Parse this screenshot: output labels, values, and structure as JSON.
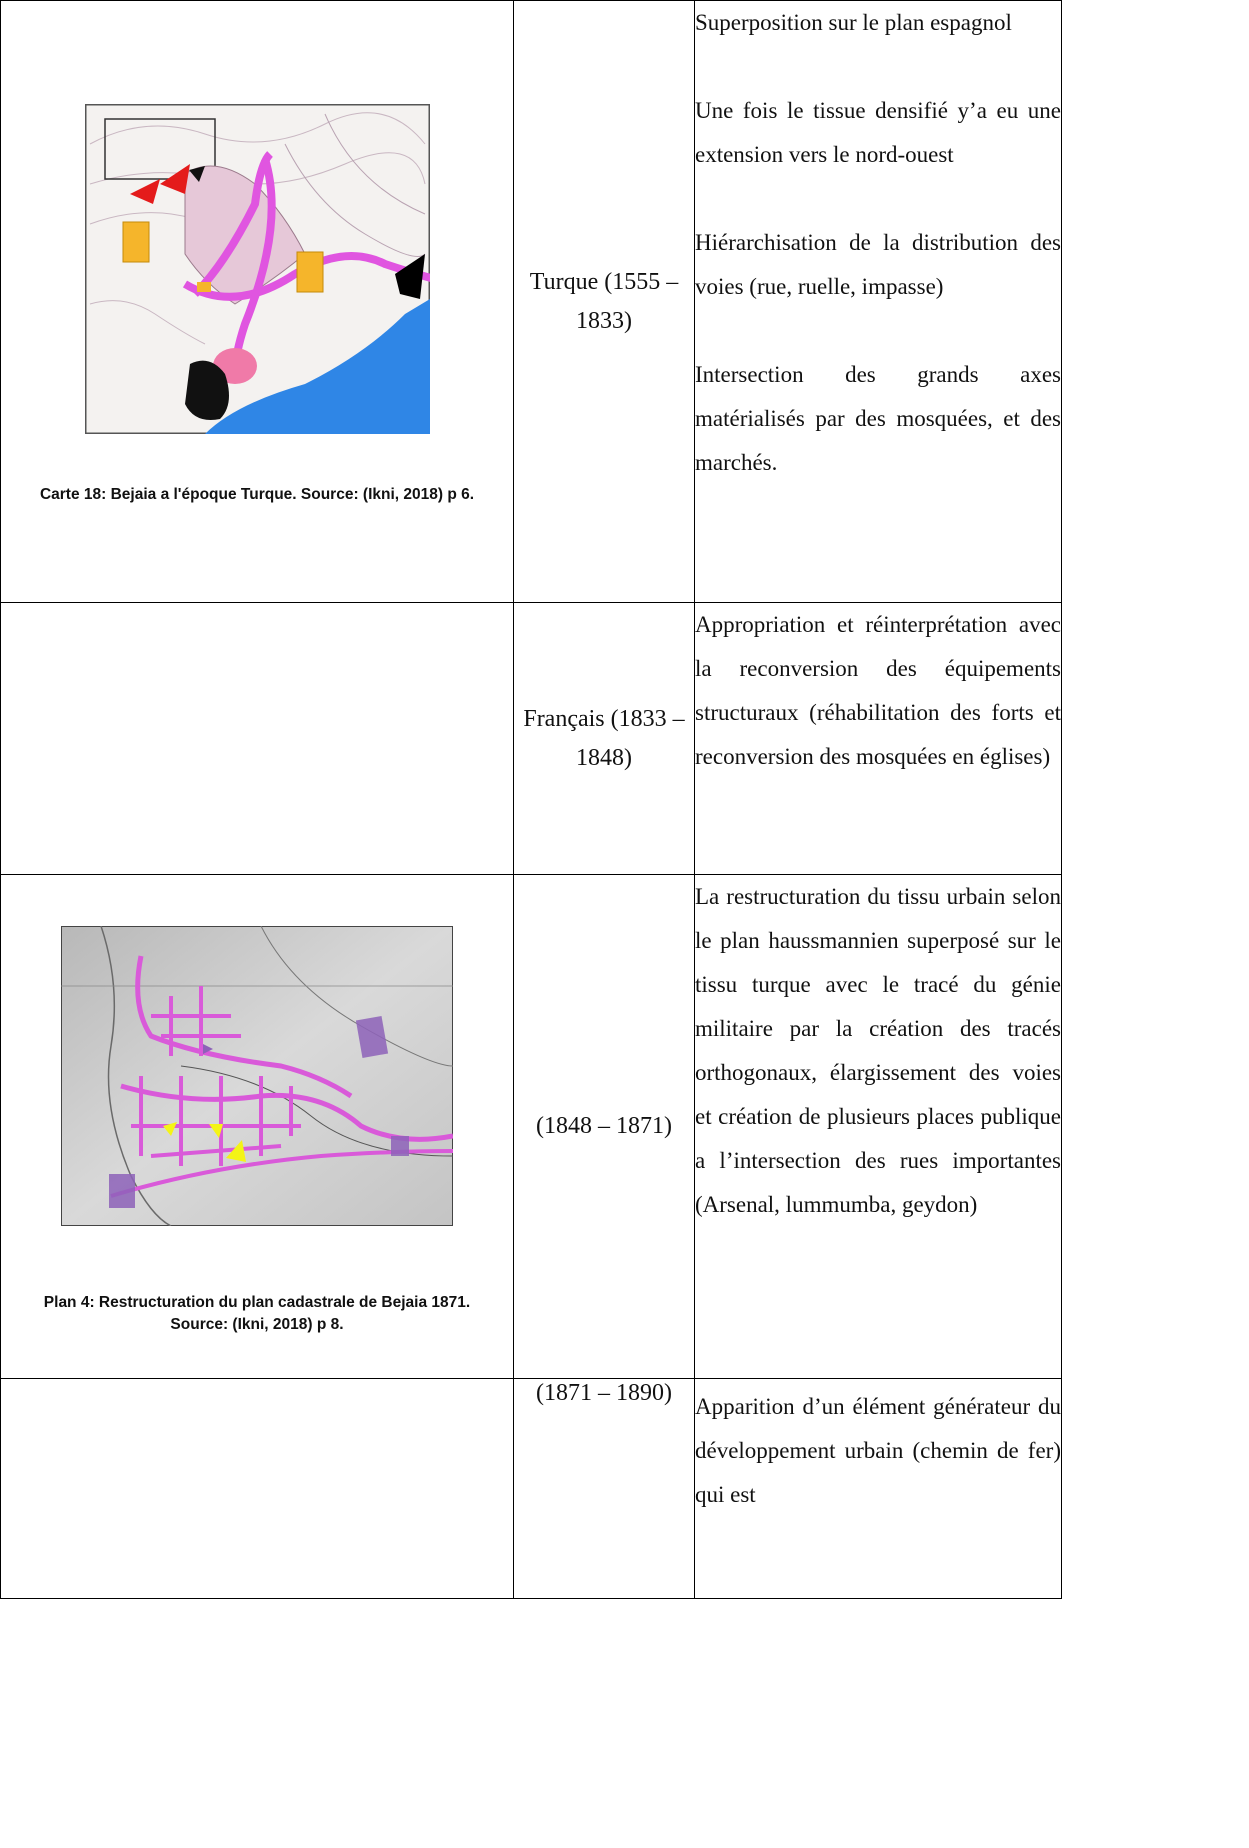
{
  "rows": [
    {
      "figure": "map-turkish",
      "caption": "Carte 18: Bejaia a l'époque Turque. Source: (Ikni, 2018) p 6.",
      "period": "Turque (1555 – 1833)",
      "desc": [
        "Superposition sur le plan espagnol",
        "Une fois le tissue densifié y’a eu une extension vers le nord-ouest",
        "Hiérarchisation de la distribution des voies (rue, ruelle, impasse)",
        "Intersection des grands axes matérialisés par des mosquées, et des marchés."
      ]
    },
    {
      "figure": "",
      "caption": "",
      "period": "Français (1833 – 1848)",
      "desc": [
        "Appropriation et réinterprétation avec la reconversion des équipements structuraux (réhabilitation des forts et reconversion des mosquées en églises)"
      ]
    },
    {
      "figure": "map-cadastral",
      "caption": "Plan 4: Restructuration du plan cadastrale de Bejaia 1871. Source: (Ikni, 2018) p 8.",
      "period": "(1848 – 1871)",
      "desc": [
        "La restructuration du tissu urbain selon le plan haussmannien superposé sur le tissu turque avec le tracé du génie militaire par la création des tracés orthogonaux, élargissement des voies et création de plusieurs places publique a l’intersection des rues importantes (Arsenal, lummumba, geydon)"
      ]
    },
    {
      "figure": "",
      "caption": "",
      "period": "(1871 – 1890)",
      "desc": [
        "Apparition d’un élément générateur du développement urbain (chemin de fer) qui est"
      ]
    }
  ]
}
